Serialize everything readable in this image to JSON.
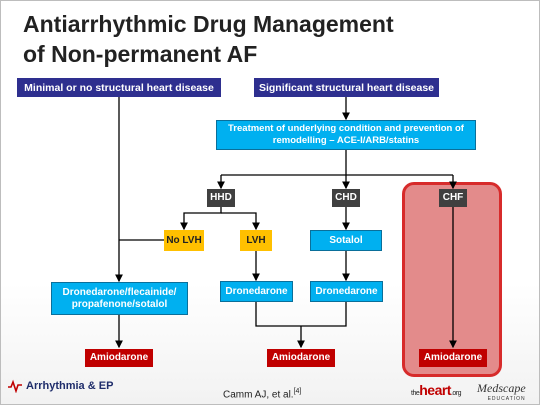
{
  "title": {
    "line1": "Antiarrhythmic Drug Management",
    "line2": "of Non-permanent AF"
  },
  "nodes": {
    "minimal": "Minimal or no structural heart disease",
    "significant": "Significant structural heart disease",
    "treatment_line1": "Treatment of underlying condition and prevention of",
    "treatment_line2": "remodelling – ACE-I/ARB/statins",
    "hhd": "HHD",
    "chd": "CHD",
    "chf": "CHF",
    "no_lvh": "No LVH",
    "lvh": "LVH",
    "sotalol": "Sotalol",
    "dronedarone_combo_line1": "Dronedarone/flecainide/",
    "dronedarone_combo_line2": "propafenone/sotalol",
    "dronedarone_1": "Dronedarone",
    "dronedarone_2": "Dronedarone",
    "amiodarone_1": "Amiodarone",
    "amiodarone_2": "Amiodarone",
    "amiodarone_3": "Amiodarone"
  },
  "footer": {
    "logo_left": "Arrhythmia & EP",
    "citation": "Camm AJ, et al.",
    "citation_ref": "[4]",
    "heart_the": "the",
    "heart_main": "heart",
    "heart_org": ".org",
    "medscape": "Medscape",
    "medscape_sub": "EDUCATION"
  },
  "colors": {
    "navy": "#2e2f8f",
    "cyan": "#00b0f0",
    "dark": "#404040",
    "yellow": "#ffc000",
    "red": "#c00000",
    "chf_panel": "#e38b8b"
  }
}
